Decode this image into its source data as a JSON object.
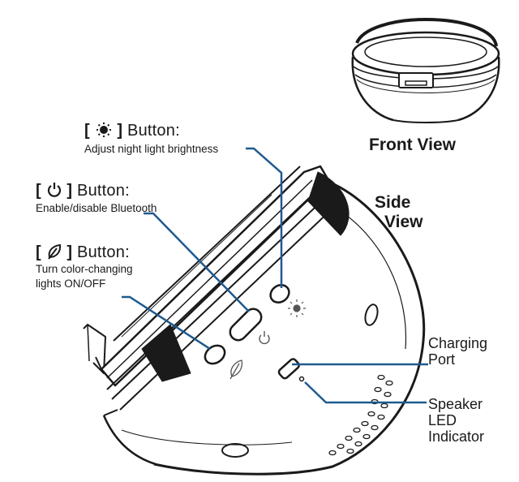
{
  "front_view_label": "Front View",
  "side_view_label_line1": "Side",
  "side_view_label_line2": "View",
  "buttons": {
    "brightness": {
      "bracket_open": "[",
      "bracket_close": "]",
      "title": "Button:",
      "description": "Adjust night light brightness",
      "icon": "sun-icon"
    },
    "power": {
      "bracket_open": "[",
      "bracket_close": "]",
      "title": "Button:",
      "description": "Enable/disable Bluetooth",
      "icon": "power-icon"
    },
    "lights": {
      "bracket_open": "[",
      "bracket_close": "]",
      "title": "Button:",
      "description_line1": "Turn color-changing",
      "description_line2": "lights ON/OFF",
      "icon": "leaf-icon"
    }
  },
  "ports": {
    "charging_line1": "Charging",
    "charging_line2": "Port",
    "speaker_line1": "Speaker",
    "speaker_line2": "LED",
    "speaker_line3": "Indicator"
  },
  "colors": {
    "line": "#1a1a1a",
    "leader_blue": "#1f5a8f"
  }
}
